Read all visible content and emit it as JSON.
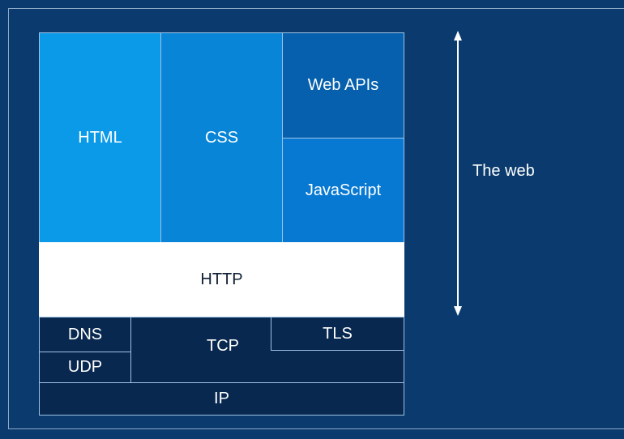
{
  "diagram": {
    "layers": {
      "html": "HTML",
      "css": "CSS",
      "web_apis": "Web APIs",
      "javascript": "JavaScript",
      "http": "HTTP",
      "dns": "DNS",
      "udp": "UDP",
      "tcp": "TCP",
      "tls": "TLS",
      "ip": "IP"
    },
    "range_label": "The web"
  },
  "colors": {
    "background": "#0b3b6e",
    "html": "#0b9ae8",
    "css": "#0885d6",
    "web_apis": "#0660ad",
    "javascript": "#0779d2",
    "http": "#ffffff",
    "network_layers": "#08284f"
  }
}
